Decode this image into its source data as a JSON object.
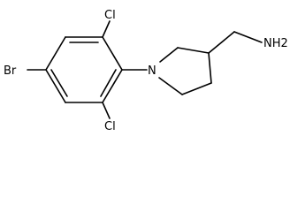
{
  "molecule": {
    "atoms": {
      "cl_top": "Cl",
      "cl_bottom": "Cl",
      "br": "Br",
      "n_ring": "N",
      "amine": "NH2"
    }
  }
}
